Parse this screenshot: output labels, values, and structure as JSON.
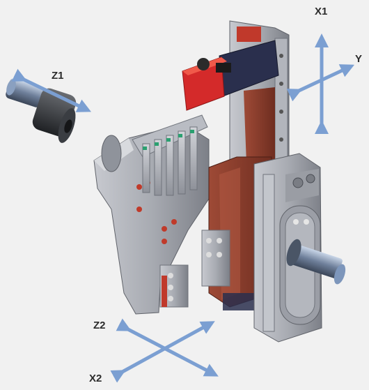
{
  "axes": {
    "x1": {
      "label": "X1"
    },
    "y": {
      "label": "Y"
    },
    "z1": {
      "label": "Z1"
    },
    "z2": {
      "label": "Z2"
    },
    "x2": {
      "label": "X2"
    }
  },
  "colors": {
    "background": "#f1f1f1",
    "arrow": "#7b9fd2",
    "steel": "#a3a6ad",
    "steel_dark": "#6f737b",
    "copper": "#8a3a2a",
    "red_motor": "#d42a2a",
    "navy_motor": "#2a2f4d",
    "green_accent": "#2aa070",
    "label": "#2b2b2b"
  }
}
